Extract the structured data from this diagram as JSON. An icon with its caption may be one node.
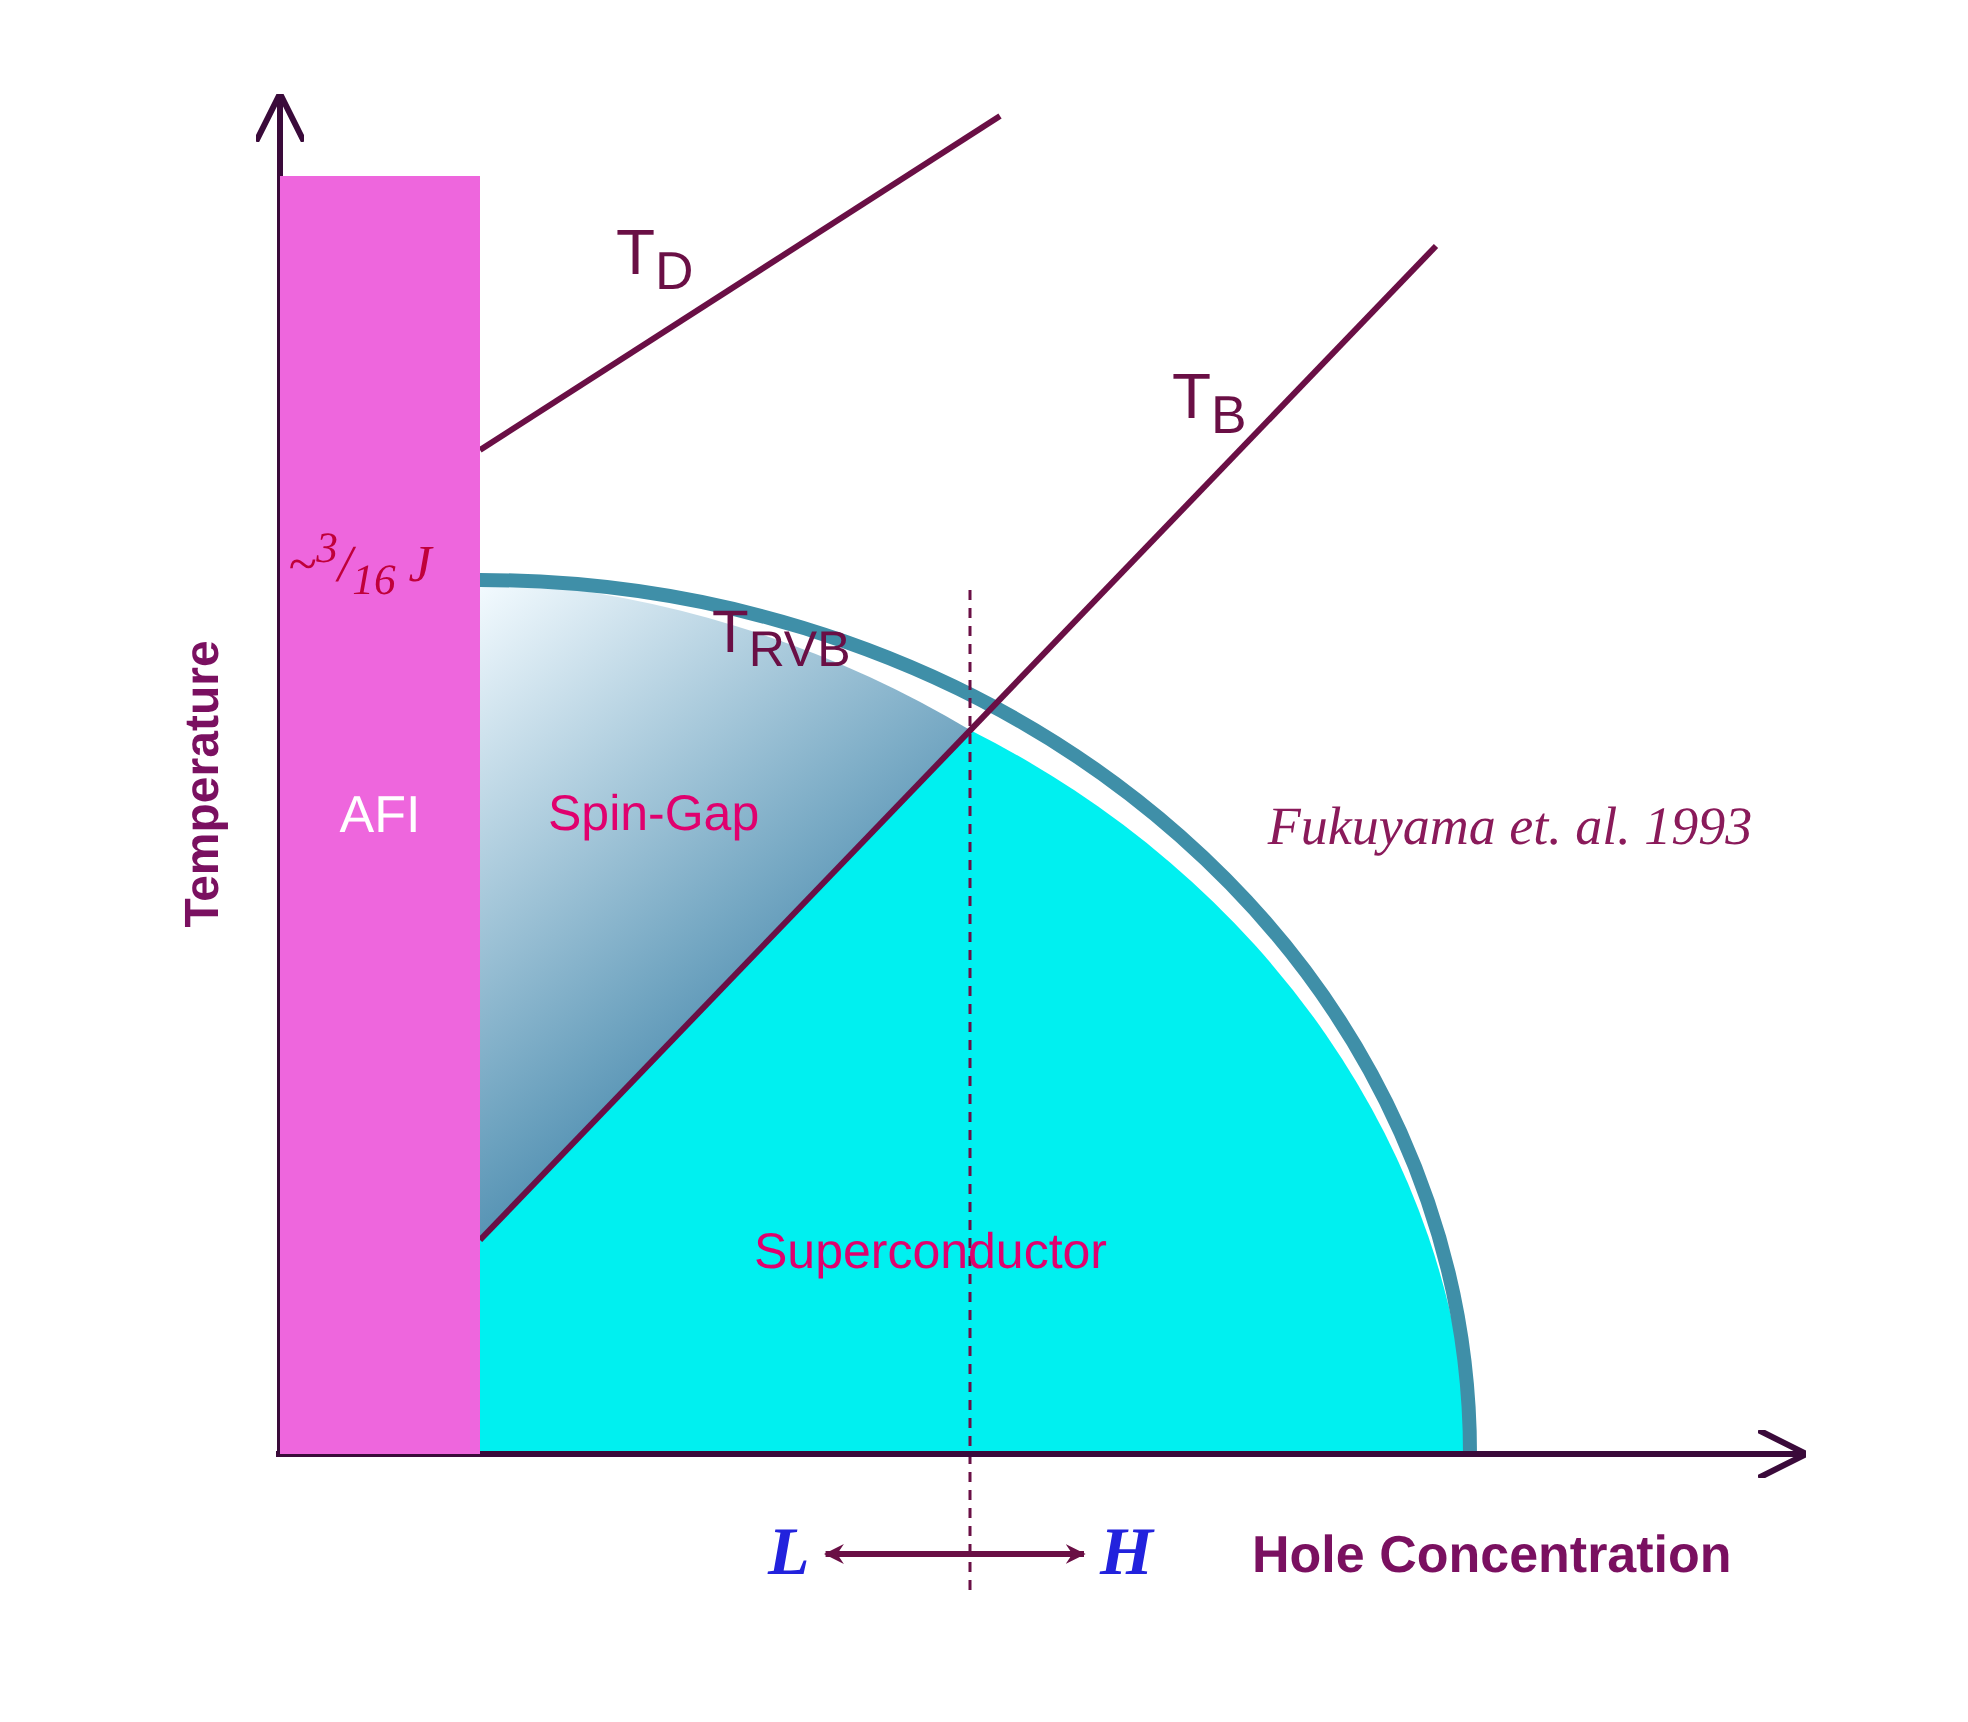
{
  "diagram": {
    "nodes": [
      {
        "text": [
          "AFI"
        ]
      },
      {
        "text": [
          "Spin-Gap"
        ]
      },
      {
        "text": [
          "Superconductor"
        ]
      },
      {
        "text": [
          "*L*"
        ]
      },
      {
        "text": [
          "*H*"
        ]
      }
    ],
    "edges": [
      {
        "from": 3,
        "to": 4,
        "arrow": "both"
      }
    ],
    "labels": [
      "T$_{D}$",
      "T$_{B}$",
      "~$^{3}$/$_{16}$ J",
      "T$_{RVB}$",
      "Temperature",
      "Fukuyama et. al. 1993",
      "Hole Concentration"
    ]
  }
}
